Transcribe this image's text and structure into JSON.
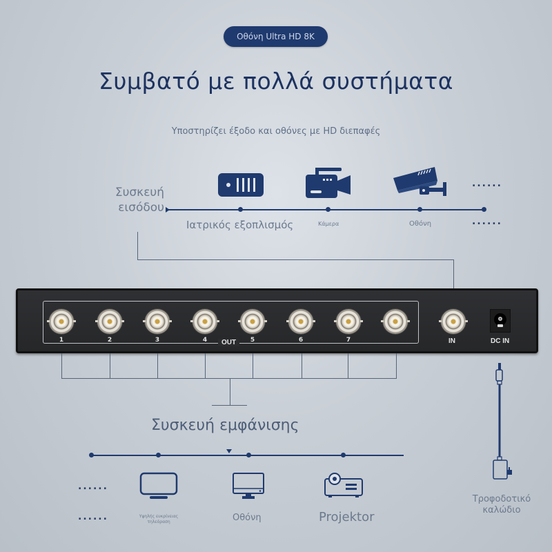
{
  "header": {
    "badge": "Οθόνη Ultra HD 8K",
    "title": "Συμβατό με πολλά συστήματα",
    "subtitle": "Υποστηρίζει έξοδο και οθόνες με HD διεπαφές"
  },
  "input_section": {
    "label_line1": "Συσκευή",
    "label_line2": "εισόδου",
    "devices": [
      {
        "icon": "medical-equipment-icon",
        "label": "Ιατρικός εξοπλισμός"
      },
      {
        "icon": "video-camera-icon",
        "label": "Κάμερα"
      },
      {
        "icon": "security-camera-icon",
        "label": "Οθόνη"
      }
    ],
    "more_top": "......",
    "more_bottom": "......"
  },
  "device": {
    "out_ports": [
      "1",
      "2",
      "3",
      "4",
      "5",
      "6",
      "7",
      ""
    ],
    "out_label": "OUT",
    "in_label": "IN",
    "dc_label": "DC IN"
  },
  "output_section": {
    "label": "Συσκευή εμφάνισης",
    "devices": [
      {
        "icon": "tv-icon",
        "label_line1": "Υψηλής ευκρίνειας",
        "label_line2": "τηλεόραση"
      },
      {
        "icon": "monitor-icon",
        "label": "Οθόνη"
      },
      {
        "icon": "projector-icon",
        "label": "Projektor"
      }
    ],
    "more_top": "......",
    "more_bottom": "......"
  },
  "power": {
    "label_line1": "Τροφοδοτικό",
    "label_line2": "καλώδιο"
  },
  "colors": {
    "accent": "#1f3a6e",
    "text_grey": "#6b7a8e",
    "device_body": "#2b2c2e"
  }
}
